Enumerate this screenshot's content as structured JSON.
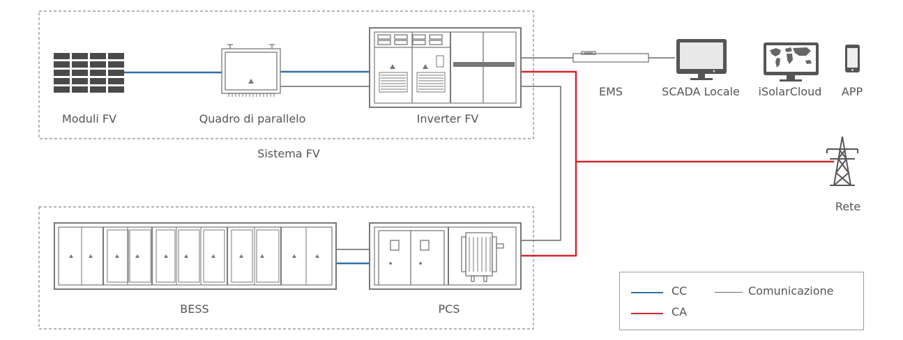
{
  "labels": {
    "moduli": "Moduli FV",
    "quadro": "Quadro di parallelo",
    "inverter": "Inverter FV",
    "sistema": "Sistema FV",
    "ems": "EMS",
    "scada": "SCADA Locale",
    "isolar": "iSolarCloud",
    "app": "APP",
    "rete": "Rete",
    "bess": "BESS",
    "pcs": "PCS"
  },
  "legend": {
    "cc": "CC",
    "ca": "CA",
    "comunicazione": "Comunicazione"
  },
  "colors": {
    "dc": "#2f6fa8",
    "ac": "#d4242c",
    "communication": "#666666",
    "equipment": "#777777"
  }
}
